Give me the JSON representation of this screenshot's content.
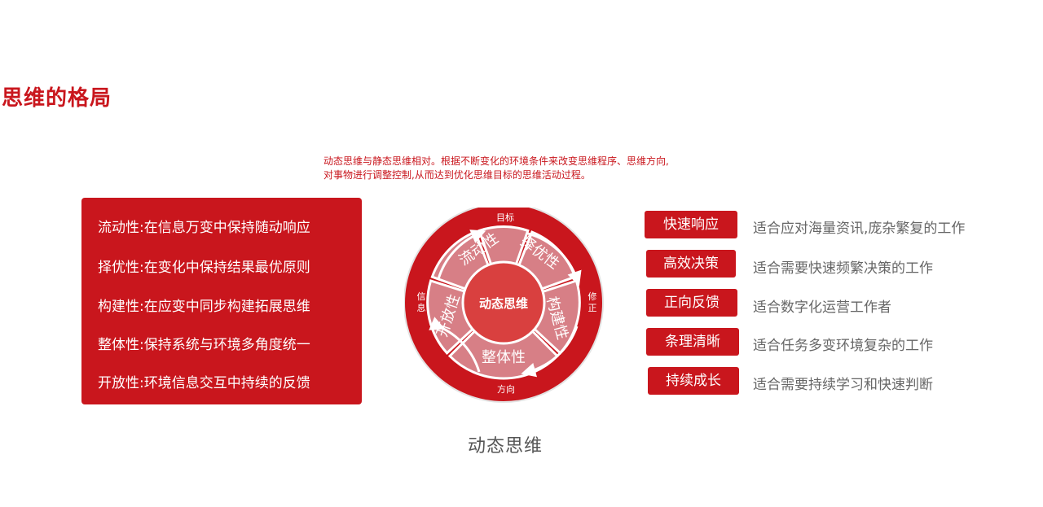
{
  "page_title": "思维的格局",
  "description": [
    "动态思维与静态思维相对。根据不断变化的环境条件来改变思维程序、思维方向,",
    "对事物进行调整控制,从而达到优化思维目标的思维活动过程。"
  ],
  "panel_items": [
    "流动性:在信息万变中保持随动响应",
    "择优性:在变化中保持结果最优原则",
    "构建性:在应变中同步构建拓展思维",
    "整体性:保持系统与环境多角度统一",
    "开放性:环境信息交互中持续的反馈"
  ],
  "wheel": {
    "center": "动态思维",
    "segments": [
      "流动性",
      "择优性",
      "构建性",
      "整体性",
      "开放性"
    ],
    "ring_labels": {
      "top": "目标",
      "right": [
        "修",
        "正"
      ],
      "bottom": "方向",
      "left": [
        "信",
        "息"
      ]
    }
  },
  "caption": "动态思维",
  "tags": [
    {
      "label": "快速响应",
      "desc": "适合应对海量资讯,庞杂繁复的工作"
    },
    {
      "label": "高效决策",
      "desc": "适合需要快速频繁决策的工作"
    },
    {
      "label": "正向反馈",
      "desc": "适合数字化运营工作者"
    },
    {
      "label": "条理清晰",
      "desc": "适合任务多变环境复杂的工作"
    },
    {
      "label": "持续成长",
      "desc": "适合需要持续学习和快速判断"
    }
  ],
  "colors": {
    "accent": "#c9161d",
    "center_fill": "#d9403f",
    "segment_fill": "#d77f86",
    "outer_ring": "#c9161d"
  }
}
